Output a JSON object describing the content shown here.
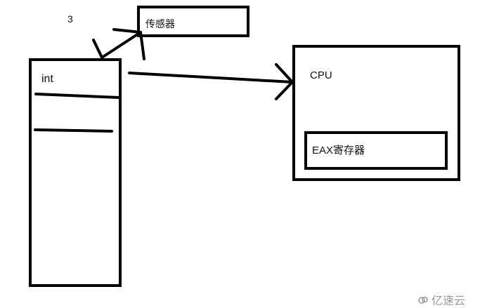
{
  "diagram": {
    "memory_box": {
      "label": "int"
    },
    "value_label": "3",
    "sensor_box": {
      "label": "传感器"
    },
    "cpu_box": {
      "label": "CPU",
      "register": {
        "label": "EAX寄存器"
      }
    },
    "stroke_color": "#000000"
  },
  "watermark": {
    "text": "亿速云",
    "icon": "cloud-logo-icon"
  }
}
